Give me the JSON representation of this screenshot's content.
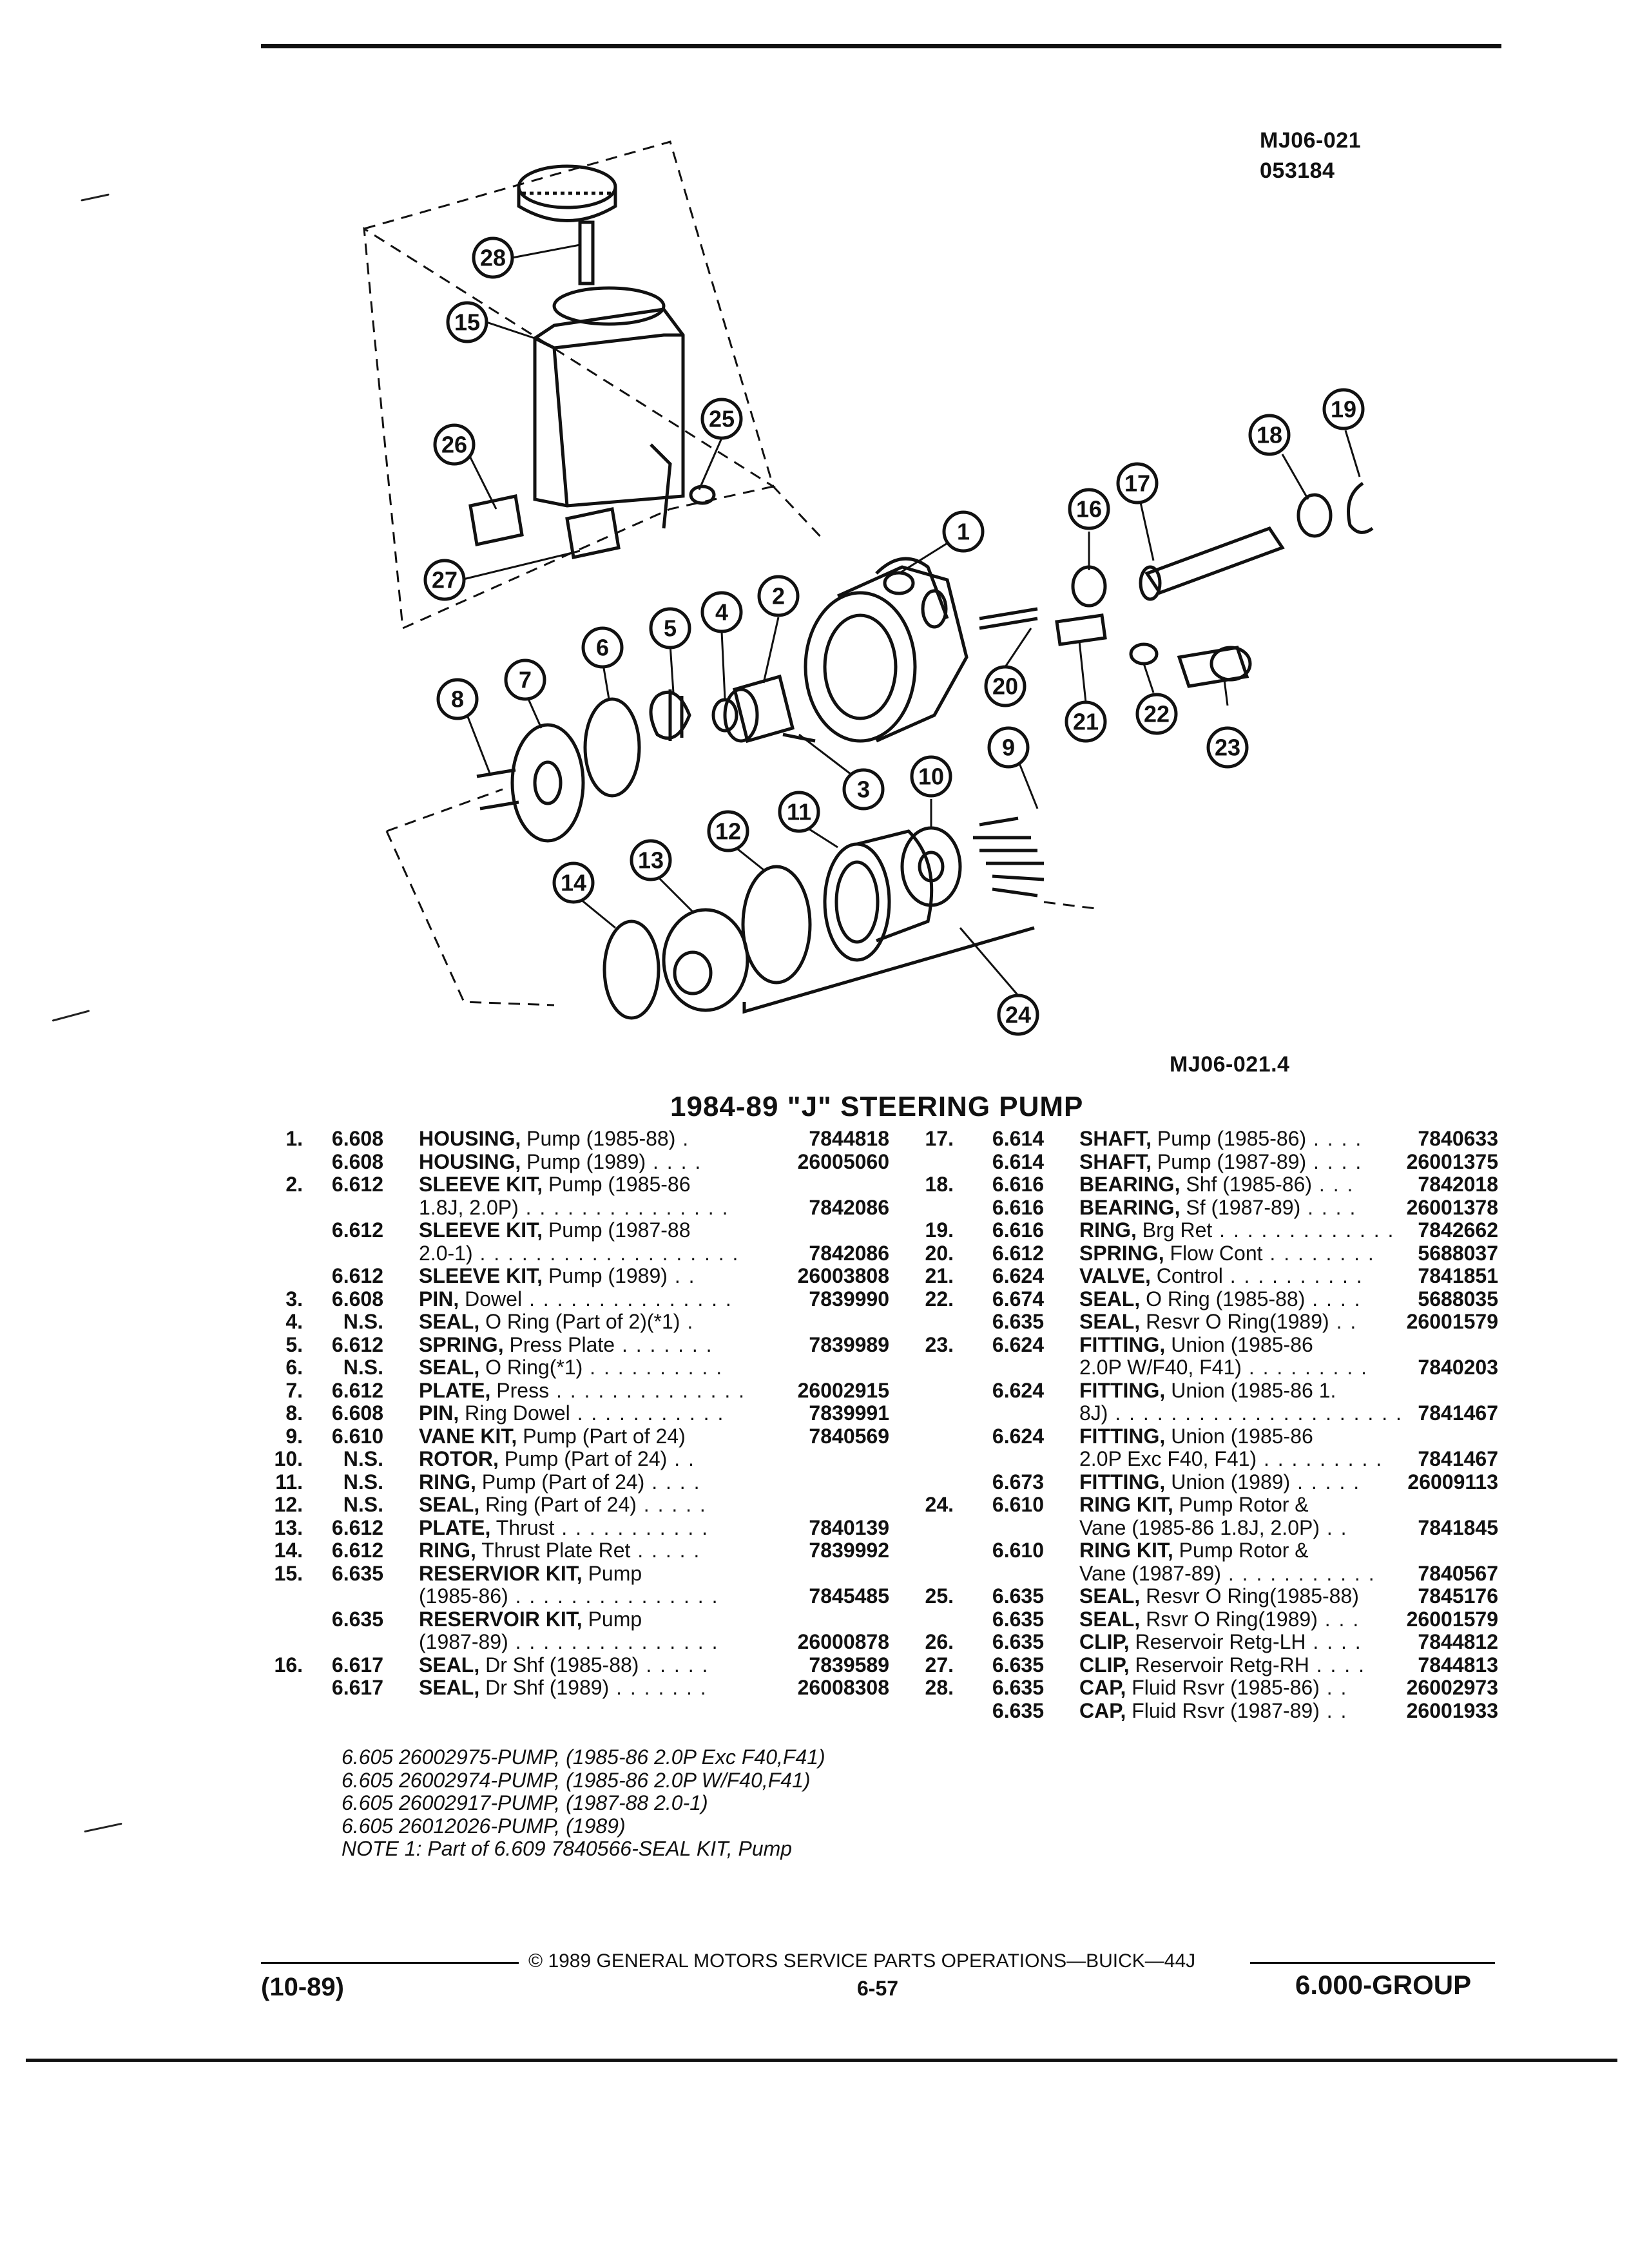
{
  "header": {
    "figure_id": "MJ06-021",
    "figure_date": "053184",
    "diagram_id": "MJ06-021.4"
  },
  "callouts": [
    "1",
    "2",
    "3",
    "4",
    "5",
    "6",
    "7",
    "8",
    "9",
    "10",
    "11",
    "12",
    "13",
    "14",
    "15",
    "16",
    "17",
    "18",
    "19",
    "20",
    "21",
    "22",
    "23",
    "24",
    "25",
    "26",
    "27",
    "28"
  ],
  "title": "1984-89 \"J\" STEERING PUMP",
  "left_parts": [
    {
      "num": "1.",
      "grp": "6.608",
      "name": "HOUSING,",
      "desc": " Pump (1985-88)",
      "dots": " .",
      "pn": "7844818"
    },
    {
      "num": "",
      "grp": "6.608",
      "name": "HOUSING,",
      "desc": " Pump (1989)",
      "dots": " . . . .",
      "pn": "26005060"
    },
    {
      "num": "2.",
      "grp": "6.612",
      "name": "SLEEVE KIT,",
      "desc": " Pump (1985-86",
      "dots": "",
      "pn": ""
    },
    {
      "num": "",
      "grp": "",
      "name": "",
      "desc": "1.8J, 2.0P)",
      "dots": " . . . . . . . . . . . . . . .",
      "pn": "7842086"
    },
    {
      "num": "",
      "grp": "6.612",
      "name": "SLEEVE KIT,",
      "desc": " Pump (1987-88",
      "dots": "",
      "pn": ""
    },
    {
      "num": "",
      "grp": "",
      "name": "",
      "desc": "2.0-1)",
      "dots": " . . . . . . . . . . . . . . . . . . .",
      "pn": "7842086"
    },
    {
      "num": "",
      "grp": "6.612",
      "name": "SLEEVE KIT,",
      "desc": " Pump (1989)",
      "dots": " . .",
      "pn": "26003808"
    },
    {
      "num": "3.",
      "grp": "6.608",
      "name": "PIN,",
      "desc": " Dowel",
      "dots": " . . . . . . . . . . . . . . .",
      "pn": "7839990"
    },
    {
      "num": "4.",
      "grp": "N.S.",
      "name": "SEAL,",
      "desc": " O Ring (Part of 2)(*1)",
      "dots": " .",
      "pn": ""
    },
    {
      "num": "5.",
      "grp": "6.612",
      "name": "SPRING,",
      "desc": " Press Plate",
      "dots": " . . . . . . .",
      "pn": "7839989"
    },
    {
      "num": "6.",
      "grp": "N.S.",
      "name": "SEAL,",
      "desc": " O Ring(*1)",
      "dots": " . . . . . . . . . .",
      "pn": ""
    },
    {
      "num": "7.",
      "grp": "6.612",
      "name": "PLATE,",
      "desc": " Press",
      "dots": " . . . . . . . . . . . . . .",
      "pn": "26002915"
    },
    {
      "num": "8.",
      "grp": "6.608",
      "name": "PIN,",
      "desc": " Ring Dowel",
      "dots": " . . . . . . . . . . .",
      "pn": "7839991"
    },
    {
      "num": "9.",
      "grp": "6.610",
      "name": "VANE KIT,",
      "desc": " Pump (Part of 24)",
      "dots": "",
      "pn": "7840569"
    },
    {
      "num": "10.",
      "grp": "N.S.",
      "name": "ROTOR,",
      "desc": " Pump (Part of 24)",
      "dots": " . .",
      "pn": ""
    },
    {
      "num": "11.",
      "grp": "N.S.",
      "name": "RING,",
      "desc": " Pump (Part of 24)",
      "dots": " . . . .",
      "pn": ""
    },
    {
      "num": "12.",
      "grp": "N.S.",
      "name": "SEAL,",
      "desc": " Ring (Part of 24)",
      "dots": " . . . . .",
      "pn": ""
    },
    {
      "num": "13.",
      "grp": "6.612",
      "name": "PLATE,",
      "desc": " Thrust",
      "dots": " . . . . . . . . . . .",
      "pn": "7840139"
    },
    {
      "num": "14.",
      "grp": "6.612",
      "name": "RING,",
      "desc": " Thrust Plate Ret",
      "dots": " . . . . .",
      "pn": "7839992"
    },
    {
      "num": "15.",
      "grp": "6.635",
      "name": "RESERVIOR KIT,",
      "desc": " Pump",
      "dots": "",
      "pn": ""
    },
    {
      "num": "",
      "grp": "",
      "name": "",
      "desc": "(1985-86)",
      "dots": " . . . . . . . . . . . . . . .",
      "pn": "7845485"
    },
    {
      "num": "",
      "grp": "6.635",
      "name": "RESERVOIR KIT,",
      "desc": " Pump",
      "dots": "",
      "pn": ""
    },
    {
      "num": "",
      "grp": "",
      "name": "",
      "desc": "(1987-89)",
      "dots": " . . . . . . . . . . . . . . .",
      "pn": "26000878"
    },
    {
      "num": "16.",
      "grp": "6.617",
      "name": "SEAL,",
      "desc": " Dr Shf (1985-88)",
      "dots": " . . . . .",
      "pn": "7839589"
    },
    {
      "num": "",
      "grp": "6.617",
      "name": "SEAL,",
      "desc": " Dr Shf (1989)",
      "dots": " . . . . . . .",
      "pn": "26008308"
    }
  ],
  "right_parts": [
    {
      "num": "17.",
      "grp": "6.614",
      "name": "SHAFT,",
      "desc": " Pump (1985-86)",
      "dots": " . . . .",
      "pn": "7840633"
    },
    {
      "num": "",
      "grp": "6.614",
      "name": "SHAFT,",
      "desc": " Pump (1987-89)",
      "dots": " . . . .",
      "pn": "26001375"
    },
    {
      "num": "18.",
      "grp": "6.616",
      "name": "BEARING,",
      "desc": " Shf (1985-86)",
      "dots": " . . .",
      "pn": "7842018"
    },
    {
      "num": "",
      "grp": "6.616",
      "name": "BEARING,",
      "desc": " Sf (1987-89)",
      "dots": " . . . .",
      "pn": "26001378"
    },
    {
      "num": "19.",
      "grp": "6.616",
      "name": "RING,",
      "desc": " Brg Ret",
      "dots": " . . . . . . . . . . . . .",
      "pn": "7842662"
    },
    {
      "num": "20.",
      "grp": "6.612",
      "name": "SPRING,",
      "desc": " Flow Cont",
      "dots": " . . . . . . . .",
      "pn": "5688037"
    },
    {
      "num": "21.",
      "grp": "6.624",
      "name": "VALVE,",
      "desc": " Control",
      "dots": " . . . . . . . . . .",
      "pn": "7841851"
    },
    {
      "num": "22.",
      "grp": "6.674",
      "name": "SEAL,",
      "desc": " O Ring (1985-88)",
      "dots": " . . . .",
      "pn": "5688035"
    },
    {
      "num": "",
      "grp": "6.635",
      "name": "SEAL,",
      "desc": " Resvr O Ring(1989)",
      "dots": " . .",
      "pn": "26001579"
    },
    {
      "num": "23.",
      "grp": "6.624",
      "name": "FITTING,",
      "desc": " Union (1985-86",
      "dots": "",
      "pn": ""
    },
    {
      "num": "",
      "grp": "",
      "name": "",
      "desc": "2.0P W/F40, F41)",
      "dots": " . . . . . . . . .",
      "pn": "7840203"
    },
    {
      "num": "",
      "grp": "6.624",
      "name": "FITTING,",
      "desc": " Union (1985-86 1.",
      "dots": "",
      "pn": ""
    },
    {
      "num": "",
      "grp": "",
      "name": "",
      "desc": "8J)",
      "dots": " . . . . . . . . . . . . . . . . . . . . .",
      "pn": "7841467"
    },
    {
      "num": "",
      "grp": "6.624",
      "name": "FITTING,",
      "desc": " Union (1985-86",
      "dots": "",
      "pn": ""
    },
    {
      "num": "",
      "grp": "",
      "name": "",
      "desc": "2.0P Exc F40, F41)",
      "dots": " . . . . . . . . .",
      "pn": "7841467"
    },
    {
      "num": "",
      "grp": "6.673",
      "name": "FITTING,",
      "desc": " Union (1989)",
      "dots": " . . . . .",
      "pn": "26009113"
    },
    {
      "num": "24.",
      "grp": "6.610",
      "name": "RING KIT,",
      "desc": " Pump Rotor &",
      "dots": "",
      "pn": ""
    },
    {
      "num": "",
      "grp": "",
      "name": "",
      "desc": "Vane (1985-86 1.8J, 2.0P)",
      "dots": " . .",
      "pn": "7841845"
    },
    {
      "num": "",
      "grp": "6.610",
      "name": "RING KIT,",
      "desc": " Pump Rotor &",
      "dots": "",
      "pn": ""
    },
    {
      "num": "",
      "grp": "",
      "name": "",
      "desc": "Vane (1987-89)",
      "dots": " . . . . . . . . . . .",
      "pn": "7840567"
    },
    {
      "num": "25.",
      "grp": "6.635",
      "name": "SEAL,",
      "desc": " Resvr O Ring(1985-88)",
      "dots": "",
      "pn": "7845176"
    },
    {
      "num": "",
      "grp": "6.635",
      "name": "SEAL,",
      "desc": " Rsvr O Ring(1989)",
      "dots": " . . .",
      "pn": "26001579"
    },
    {
      "num": "26.",
      "grp": "6.635",
      "name": "CLIP,",
      "desc": " Reservoir Retg-LH",
      "dots": " . . . .",
      "pn": "7844812"
    },
    {
      "num": "27.",
      "grp": "6.635",
      "name": "CLIP,",
      "desc": " Reservoir Retg-RH",
      "dots": " . . . .",
      "pn": "7844813"
    },
    {
      "num": "28.",
      "grp": "6.635",
      "name": "CAP,",
      "desc": " Fluid Rsvr (1985-86)",
      "dots": " . .",
      "pn": "26002973"
    },
    {
      "num": "",
      "grp": "6.635",
      "name": "CAP,",
      "desc": " Fluid Rsvr (1987-89)",
      "dots": " . .",
      "pn": "26001933"
    }
  ],
  "notes": [
    "6.605 26002975-PUMP, (1985-86 2.0P Exc F40,F41)",
    "6.605 26002974-PUMP, (1985-86 2.0P W/F40,F41)",
    "6.605 26002917-PUMP, (1987-88 2.0-1)",
    "6.605 26012026-PUMP, (1989)",
    "NOTE 1: Part of 6.609 7840566-SEAL KIT, Pump"
  ],
  "footer": {
    "copyright": "© 1989 GENERAL MOTORS SERVICE PARTS OPERATIONS—BUICK—44J",
    "date": "(10-89)",
    "page": "6-57",
    "group": "6.000-GROUP"
  }
}
